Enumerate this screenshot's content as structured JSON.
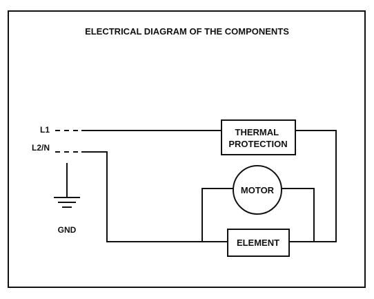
{
  "diagram": {
    "title": "ELECTRICAL DIAGRAM OF THE COMPONENTS",
    "terminals": {
      "l1": "L1",
      "l2n": "L2/N",
      "gnd": "GND"
    },
    "components": {
      "thermal_protection": [
        "THERMAL",
        "PROTECTION"
      ],
      "motor": "MOTOR",
      "element": "ELEMENT"
    },
    "colors": {
      "line": "#111111",
      "background": "#ffffff"
    }
  }
}
